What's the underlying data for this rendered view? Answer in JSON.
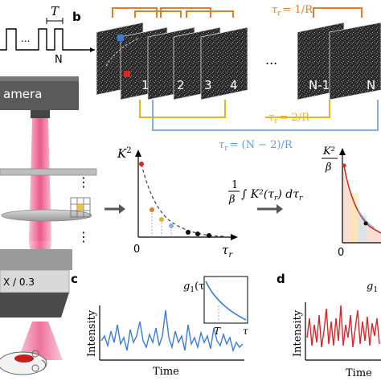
{
  "panel_labels": {
    "b": "b",
    "c": "c",
    "d": "d"
  },
  "panel_a": {
    "pulse_period_label": "T",
    "pulse_ellipsis": "...",
    "pulse_last_label": "N",
    "camera_label": "amera",
    "objective_label": "X / 0.3",
    "beam_color": "#e8457d",
    "lens_ellipsis": "⋮"
  },
  "panel_b": {
    "frame_labels": [
      "1",
      "2",
      "3",
      "4"
    ],
    "ellipsis": "...",
    "last_frame_labels": [
      "N-1",
      "N"
    ],
    "tau_labels": {
      "r1": "τ",
      "r1_value": "= 1/R",
      "r2": "τ",
      "r2_value": "= 2/R",
      "rN": "τ",
      "rN_value": "= (N − 2)/R"
    },
    "colors": {
      "orange": "#d9822b",
      "yellow": "#e6b422",
      "blue": "#7fb2e0"
    },
    "plot": {
      "y_label": "K",
      "y_label_sup": "2",
      "x_label": "τ",
      "x_label_sub": "r",
      "origin_label": "0"
    },
    "integral_formula": {
      "prefix_num": "1",
      "prefix_den": "β",
      "integral": "∫ K²(τ",
      "integral_suffix": ") dτ"
    },
    "right_plot": {
      "y_num": "K²",
      "y_den": "β",
      "origin_label": "0"
    },
    "grid_dots_top": "⋮",
    "grid_dots_bottom": "⋮"
  },
  "panel_c": {
    "g1_label": "g",
    "g1_sub": "1",
    "g1_arg": "(τ)",
    "inset_T": "T",
    "inset_tau": "τ",
    "y_label": "Intensity",
    "x_label": "Time",
    "series_color": "#3b7dd8"
  },
  "panel_d": {
    "g1_label": "g",
    "g1_sub": "1",
    "y_label": "Intensity",
    "x_label": "Time",
    "series_color": "#d62828"
  }
}
